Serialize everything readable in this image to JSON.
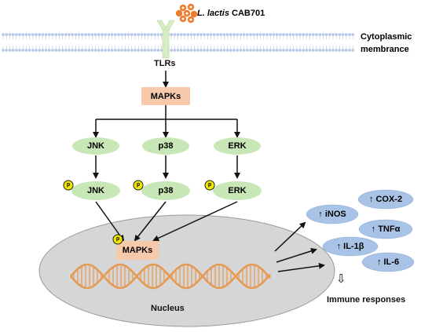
{
  "bacterium": {
    "genus_species": "L. lactis",
    "strain": "CAB701",
    "icon": "bacteria-cluster-icon"
  },
  "membrane": {
    "label_line1": "Cytoplasmic",
    "label_line2": "membrance"
  },
  "receptor": {
    "label": "TLRs",
    "icon": "receptor-y-icon"
  },
  "mapks_top": {
    "label": "MAPKs"
  },
  "branches": [
    {
      "label": "JNK",
      "phospho_label": "JNK"
    },
    {
      "label": "p38",
      "phospho_label": "p38"
    },
    {
      "label": "ERK",
      "phospho_label": "ERK"
    }
  ],
  "phospho_badge": "p",
  "mapks_nuclear": {
    "label": "MAPKs"
  },
  "nucleus": {
    "label": "Nucleus",
    "icon": "dna-helix-icon"
  },
  "outputs": [
    {
      "arrow": "↑",
      "label": "COX-2"
    },
    {
      "arrow": "↑",
      "label": "iNOS"
    },
    {
      "arrow": "↑",
      "label": "TNFα"
    },
    {
      "arrow": "↑",
      "label": "IL-1β"
    },
    {
      "arrow": "↑",
      "label": "IL-6"
    }
  ],
  "result": {
    "label": "Immune responses",
    "arrow": "⇩"
  },
  "colors": {
    "membrane": "#b9c9e6",
    "receptor": "#d7edc4",
    "mapk_box": "#f6c9ab",
    "kinase_oval": "#c8e7b6",
    "phospho_badge": "#f2e600",
    "nucleus": "#d6d6d6",
    "dna": "#e59a55",
    "output_oval": "#a8c3e6",
    "bacteria": "#f07c2e"
  }
}
